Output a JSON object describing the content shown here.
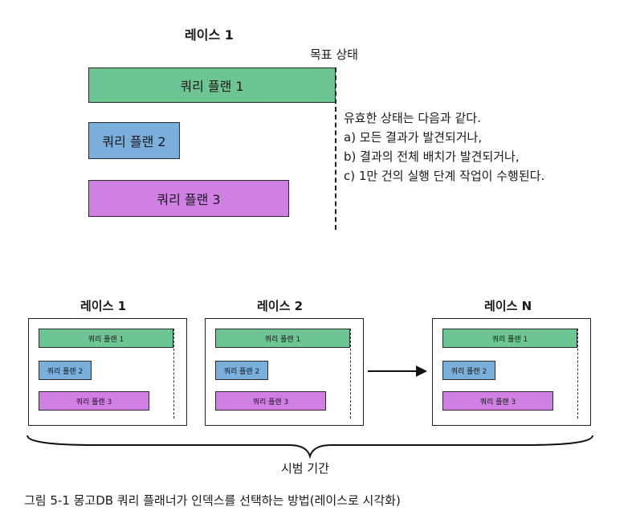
{
  "top": {
    "race_title": "레이스 1",
    "goal_label": "목표 상태",
    "plans": [
      "쿼리 플랜 1",
      "쿼리 플랜 2",
      "쿼리 플랜 3"
    ],
    "note_lines": [
      "유효한 상태는 다음과 같다.",
      "a) 모든 결과가 발견되거나,",
      "b) 결과의 전체 배치가 발견되거나,",
      "c) 1만 건의 실행 단계 작업이 수행된다."
    ]
  },
  "bottom": {
    "races": [
      {
        "title": "레이스 1",
        "plans": [
          "쿼리 플랜 1",
          "쿼리 플랜 2",
          "쿼리 플랜 3"
        ]
      },
      {
        "title": "레이스 2",
        "plans": [
          "쿼리 플랜 1",
          "쿼리 플랜 2",
          "쿼리 플랜 3"
        ]
      },
      {
        "title": "레이스 N",
        "plans": [
          "쿼리 플랜 1",
          "쿼리 플랜 2",
          "쿼리 플랜 3"
        ]
      }
    ],
    "period_label": "시범 기간"
  },
  "caption": "그림 5-1 몽고DB 쿼리 플래너가 인덱스를 선택하는 방법(레이스로 시각화)",
  "colors": {
    "green": "#6cc592",
    "blue": "#7aaedb",
    "purple": "#d07fe3"
  }
}
